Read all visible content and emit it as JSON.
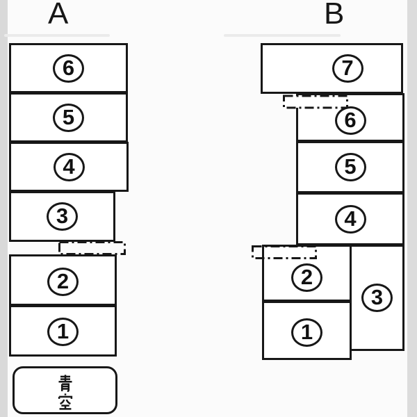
{
  "colors": {
    "line": "#171717",
    "background": "#ffffff",
    "side_strip": "#d9d9d9"
  },
  "columns": [
    {
      "label": "A",
      "spots": [
        {
          "num": "6"
        },
        {
          "num": "5"
        },
        {
          "num": "4"
        },
        {
          "num": "3"
        },
        {
          "num": "2"
        },
        {
          "num": "1"
        }
      ]
    },
    {
      "label": "B",
      "spots": [
        {
          "num": "7"
        },
        {
          "num": "6"
        },
        {
          "num": "5"
        },
        {
          "num": "4"
        },
        {
          "num": "2"
        },
        {
          "num": "3"
        },
        {
          "num": "1"
        }
      ]
    }
  ],
  "legend": {
    "text": "青空"
  }
}
